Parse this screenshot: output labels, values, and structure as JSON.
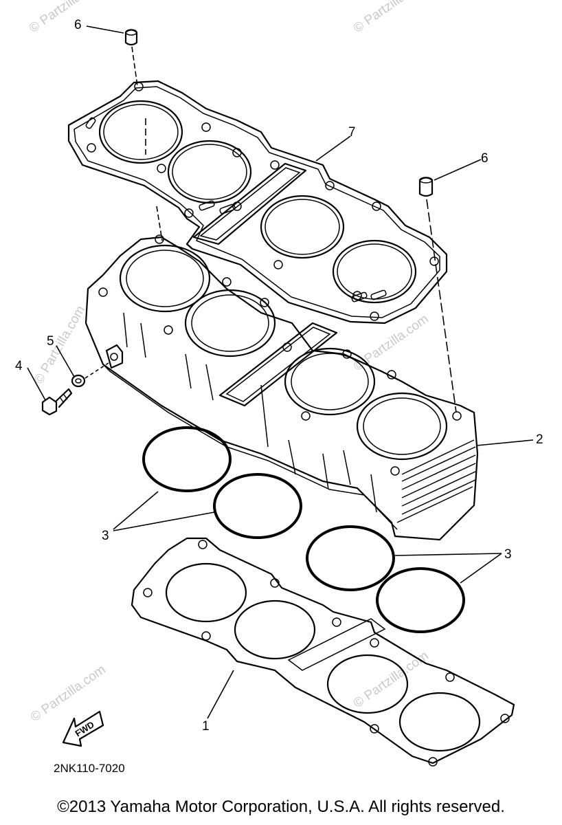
{
  "callouts": {
    "c1": "1",
    "c2": "2",
    "c3a": "3",
    "c3b": "3",
    "c4": "4",
    "c5": "5",
    "c6a": "6",
    "c6b": "6",
    "c7": "7"
  },
  "fwd_label": "FWD",
  "diagram_code": "2NK110-7020",
  "watermark": "© Partzilla.com",
  "copyright": "©2013 Yamaha Motor Corporation, U.S.A. All rights reserved."
}
